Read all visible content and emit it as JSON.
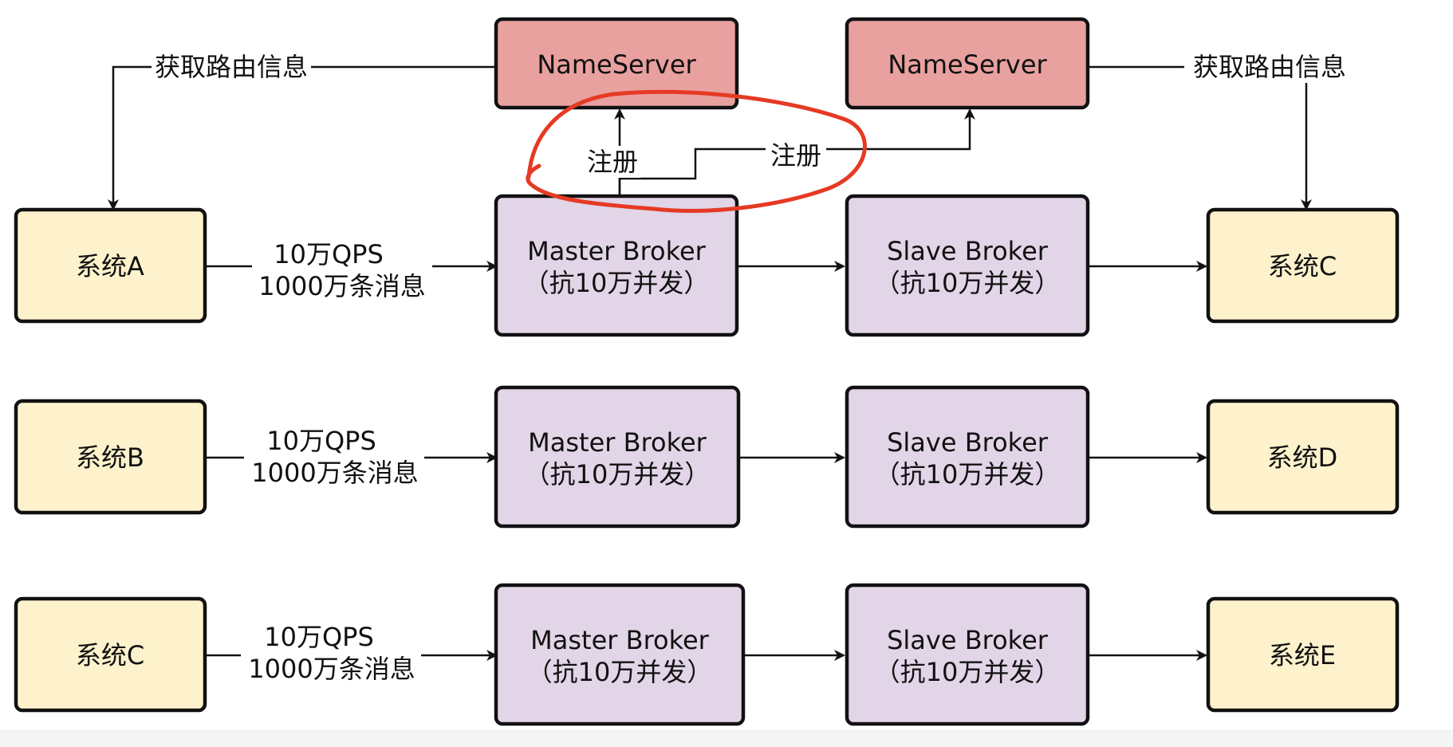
{
  "colors": {
    "nameserver_fill": "#e8a19f",
    "broker_fill": "#e1d5e7",
    "system_fill": "#fdf2cc",
    "stroke": "#111111",
    "annotation": "#e53a24"
  },
  "nameservers": [
    {
      "label": "NameServer"
    },
    {
      "label": "NameServer"
    }
  ],
  "route_info_label": "获取路由信息",
  "register_label": "注册",
  "rows": [
    {
      "producer": "系统A",
      "traffic": [
        "10万QPS",
        "1000万条消息"
      ],
      "master": [
        "Master Broker",
        "（抗10万并发）"
      ],
      "slave": [
        "Slave Broker",
        "（抗10万并发）"
      ],
      "consumer": "系统C"
    },
    {
      "producer": "系统B",
      "traffic": [
        "10万QPS",
        "1000万条消息"
      ],
      "master": [
        "Master Broker",
        "（抗10万并发）"
      ],
      "slave": [
        "Slave Broker",
        "（抗10万并发）"
      ],
      "consumer": "系统D"
    },
    {
      "producer": "系统C",
      "traffic": [
        "10万QPS",
        "1000万条消息"
      ],
      "master": [
        "Master Broker",
        "（抗10万并发）"
      ],
      "slave": [
        "Slave Broker",
        "（抗10万并发）"
      ],
      "consumer": "系统E"
    }
  ]
}
